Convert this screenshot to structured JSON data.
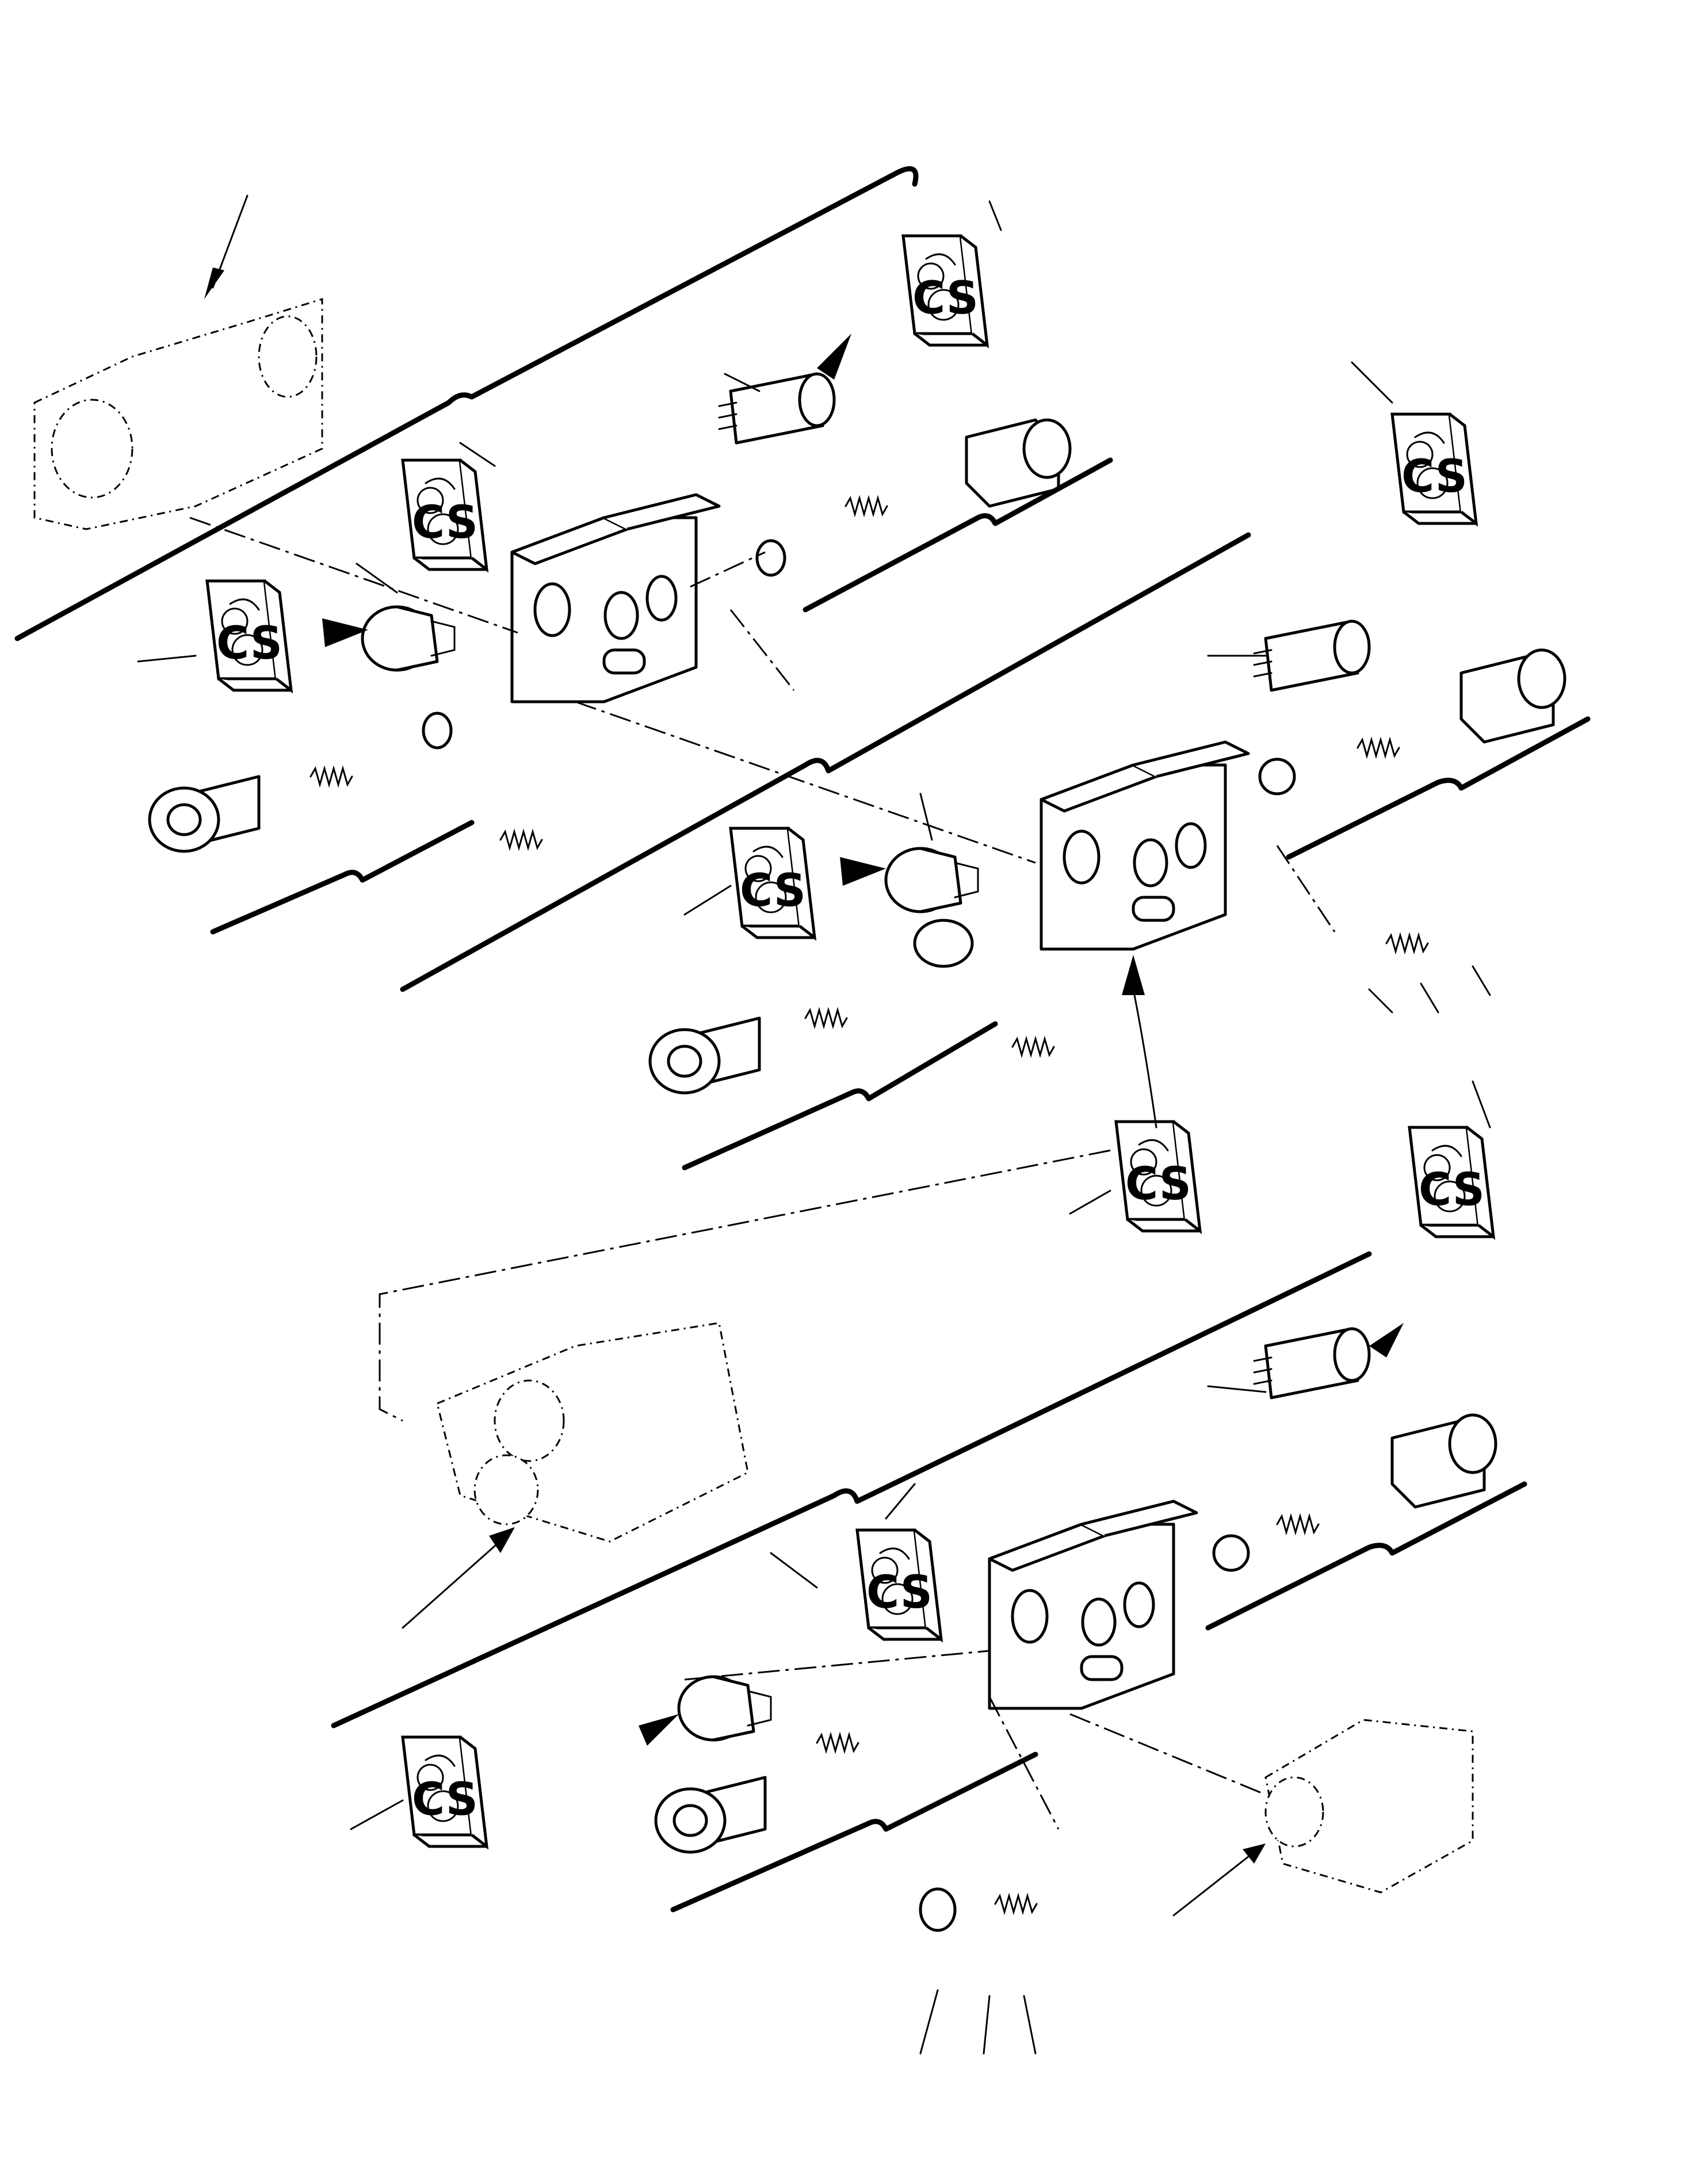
{
  "diagram": {
    "kind": "exploded-parts-drawing",
    "subject": "hydraulic control valve sections",
    "callout_numbers_printed": false,
    "sealant_icon": {
      "symbol": "CS",
      "icon": "sealant-tube-icon"
    },
    "colors": {
      "ink": "#000000",
      "paper": "#ffffff"
    }
  }
}
